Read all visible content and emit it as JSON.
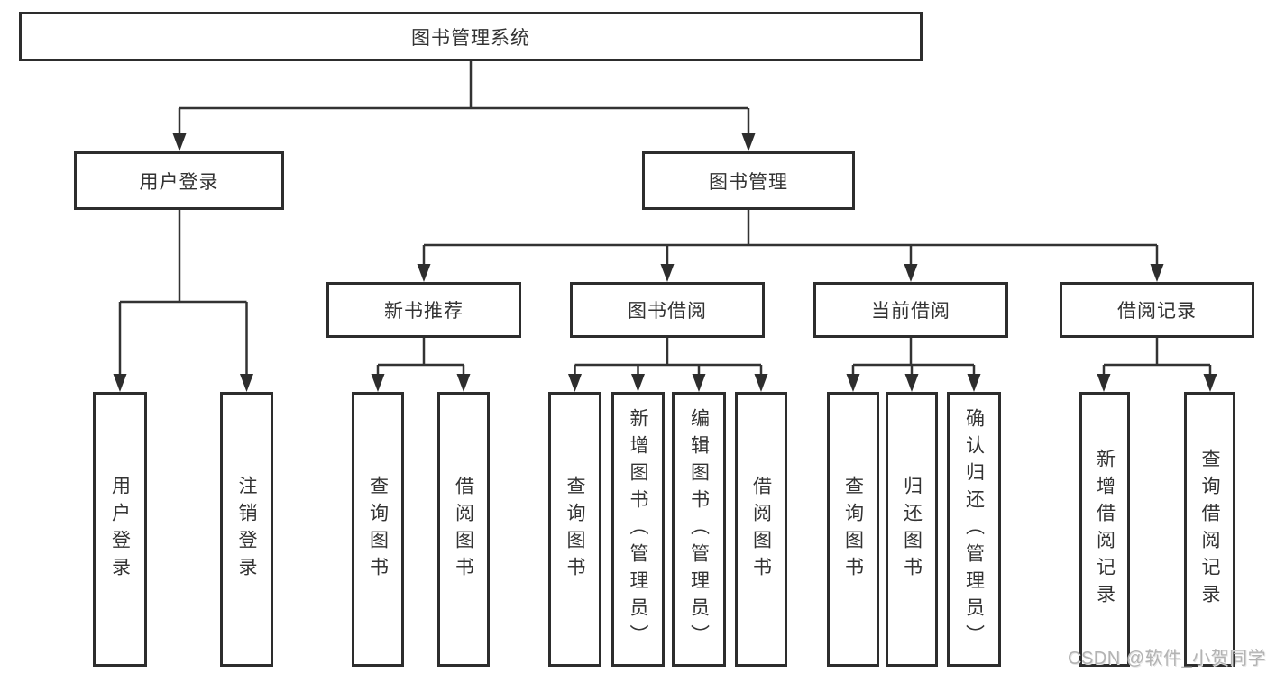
{
  "tree": {
    "label": "图书管理系统",
    "children": [
      {
        "label": "用户登录",
        "children": [
          {
            "label": "用户登录"
          },
          {
            "label": "注销登录"
          }
        ]
      },
      {
        "label": "图书管理",
        "children": [
          {
            "label": "新书推荐",
            "children": [
              {
                "label": "查询图书"
              },
              {
                "label": "借阅图书"
              }
            ]
          },
          {
            "label": "图书借阅",
            "children": [
              {
                "label": "查询图书"
              },
              {
                "label": "新增图书（管理员）"
              },
              {
                "label": "编辑图书（管理员）"
              },
              {
                "label": "借阅图书"
              }
            ]
          },
          {
            "label": "当前借阅",
            "children": [
              {
                "label": "查询图书"
              },
              {
                "label": "归还图书"
              },
              {
                "label": "确认归还（管理员）"
              }
            ]
          },
          {
            "label": "借阅记录",
            "children": [
              {
                "label": "新增借阅记录"
              },
              {
                "label": "查询借阅记录"
              }
            ]
          }
        ]
      }
    ]
  },
  "watermark": {
    "text": "CSDN @软件_小贺同学"
  },
  "colors": {
    "line": "#333333",
    "box_border": "#2d2d2d",
    "text": "#333333",
    "watermark": "#b3b3b3",
    "background": "#ffffff"
  }
}
